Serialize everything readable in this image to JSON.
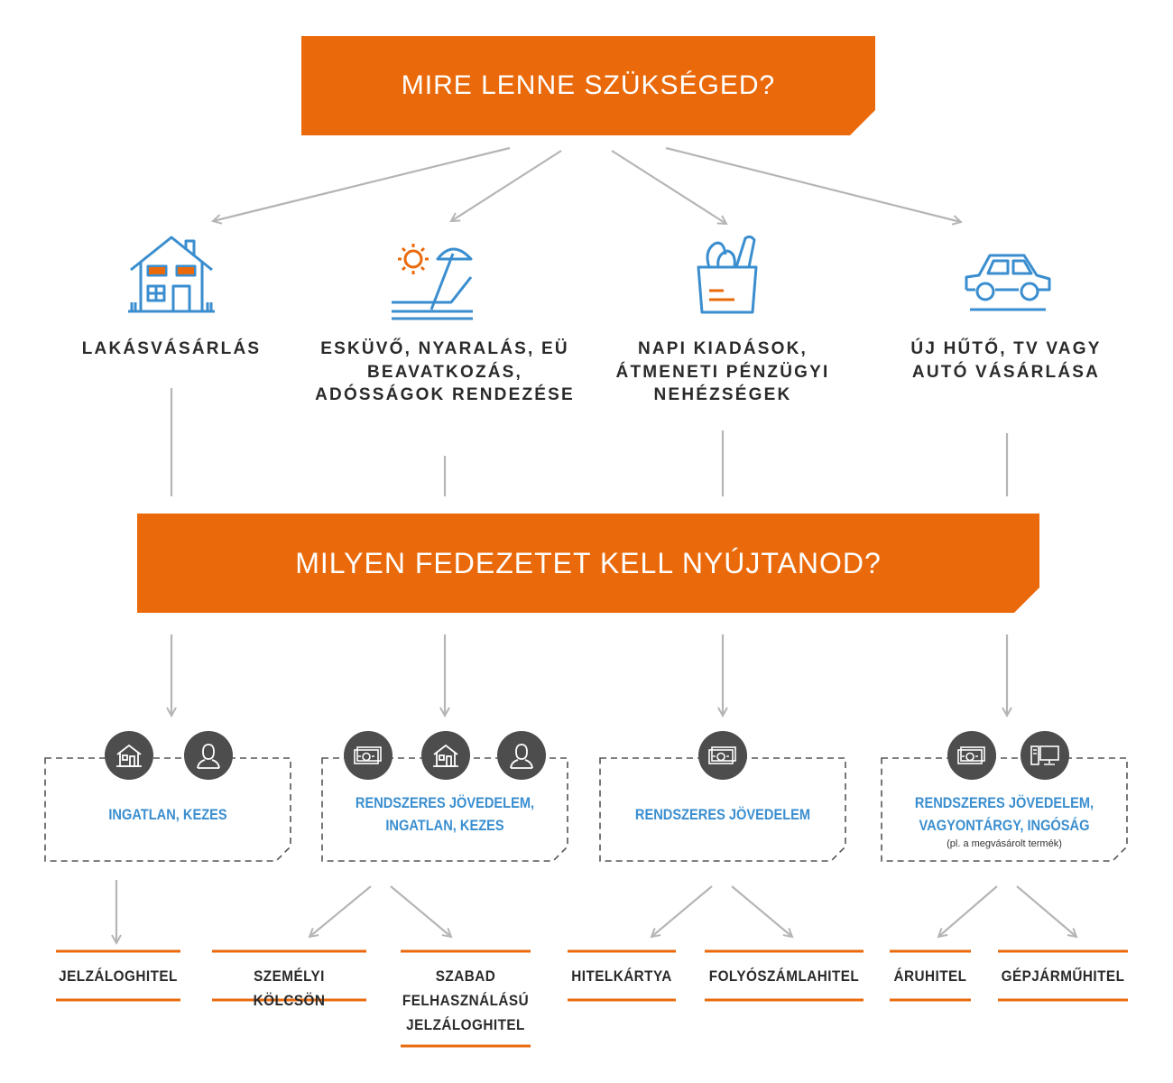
{
  "question1": "MIRE LENNE SZÜKSÉGED?",
  "question2": "MILYEN FEDEZETET KELL NYÚJTANOD?",
  "needs": [
    {
      "icon": "house-icon",
      "label": "LAKÁSVÁSÁRLÁS"
    },
    {
      "icon": "beach-chair-icon",
      "label": "ESKÜVŐ, NYARALÁS, EÜ BEAVATKOZÁS, ADÓSSÁGOK RENDEZÉSE"
    },
    {
      "icon": "grocery-bag-icon",
      "label": "NAPI KIADÁSOK, ÁTMENETI PÉNZÜGYI NEHÉZSÉGEK"
    },
    {
      "icon": "car-icon",
      "label": "ÚJ HŰTŐ, TV VAGY AUTÓ VÁSÁRLÁSA"
    }
  ],
  "coverages": [
    {
      "label": "INGATLAN, KEZES",
      "icons": [
        "house-icon",
        "person-icon"
      ]
    },
    {
      "label": "RENDSZERES JÖVEDELEM, INGATLAN, KEZES",
      "icons": [
        "money-icon",
        "house-icon",
        "person-icon"
      ]
    },
    {
      "label": "RENDSZERES JÖVEDELEM",
      "icons": [
        "money-icon"
      ]
    },
    {
      "label": "RENDSZERES JÖVEDELEM, VAGYONTÁRGY, INGÓSÁG",
      "note": "(pl. a megvásárolt termék)",
      "icons": [
        "money-icon",
        "appliance-icon"
      ]
    }
  ],
  "loans": [
    "JELZÁLOGHITEL",
    "SZEMÉLYI KÖLCSÖN",
    "SZABAD FELHASZNÁLÁSÚ JELZÁLOGHITEL",
    "HITELKÁRTYA",
    "FOLYÓSZÁMLAHITEL",
    "ÁRUHITEL",
    "GÉPJÁRMŰHITEL"
  ],
  "colors": {
    "orange": "#ea6a0b",
    "blue": "#3a8ecf",
    "dark": "#2a2a2a",
    "gray": "#b5b5b5",
    "circle": "#4d4d4d"
  }
}
